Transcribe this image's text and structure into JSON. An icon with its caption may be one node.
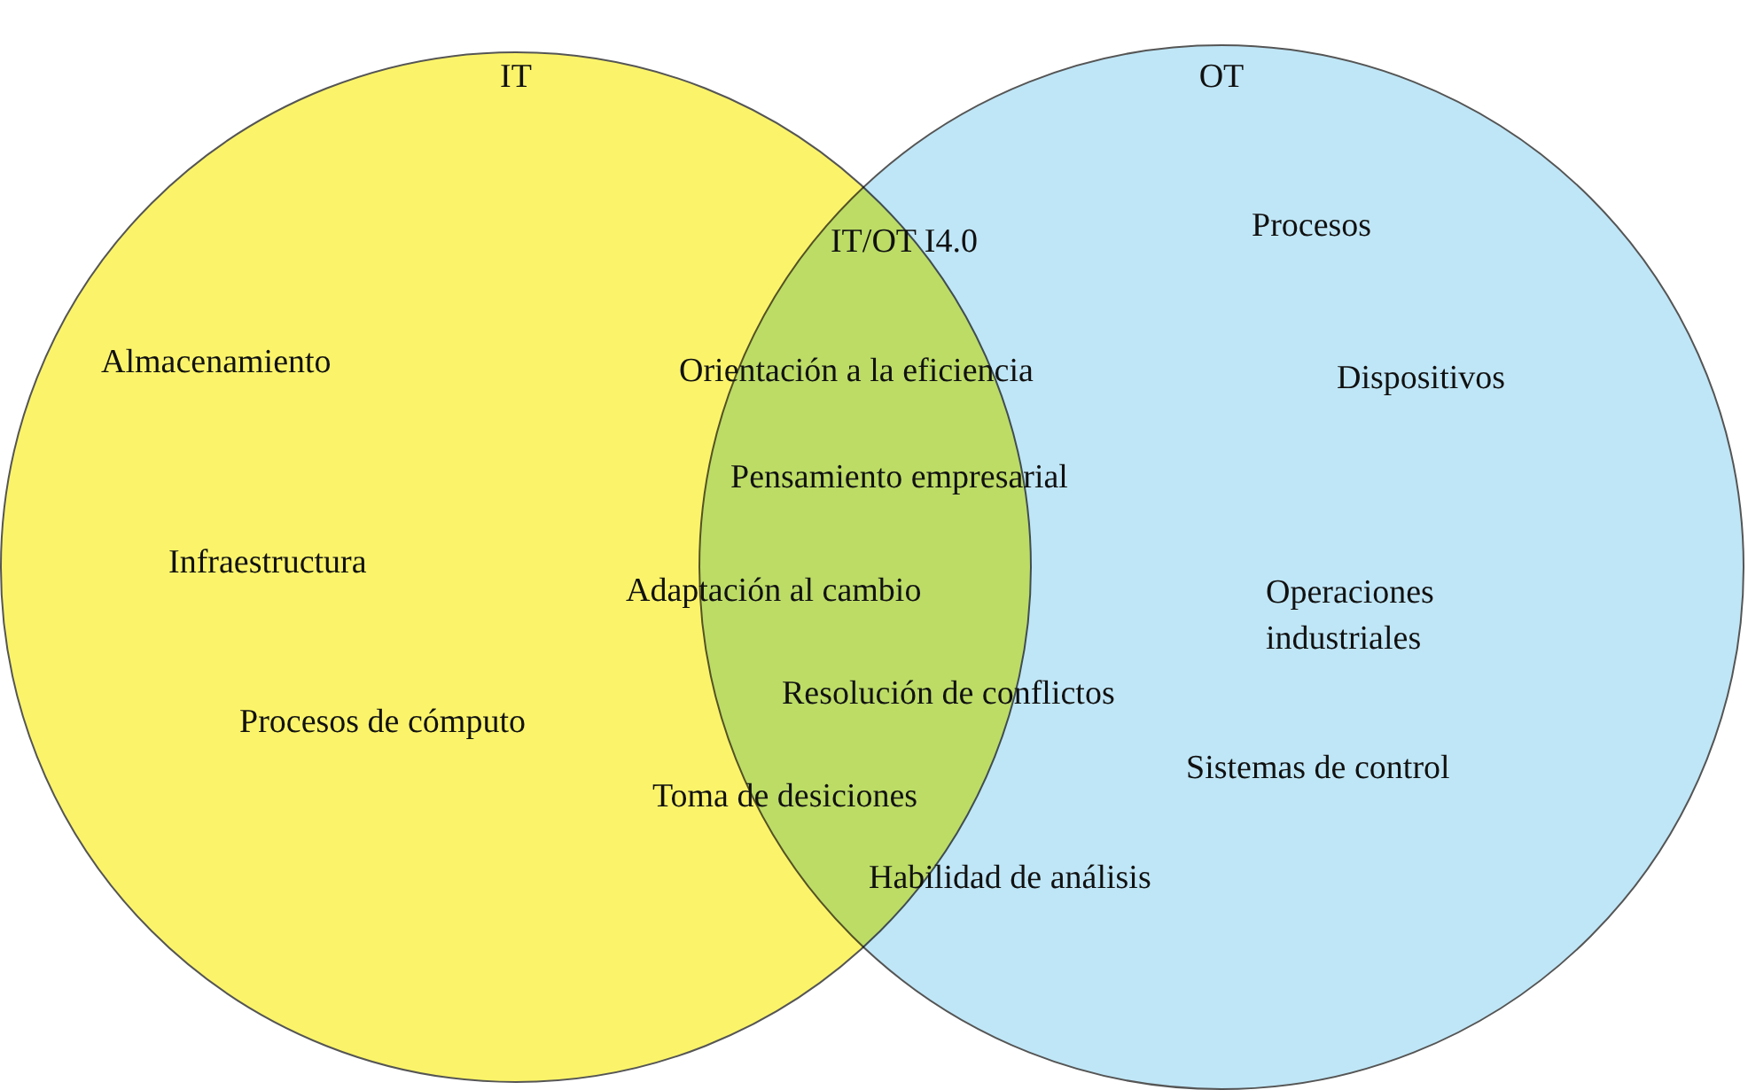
{
  "diagram": {
    "nodes": [
      {
        "text": [
          "IT"
        ]
      },
      {
        "text": [
          "OT"
        ]
      }
    ],
    "labels": [
      "IT/OT I4.0",
      "Almacenamiento",
      "Infraestructura",
      "Procesos de cómputo",
      "Orientación a la eficiencia",
      "Pensamiento empresarial",
      "Adaptación al cambio",
      "Resolución de conflictos",
      "Toma de desiciones",
      "Habilidad de análisis",
      "Procesos",
      "Dispositivos",
      "Operaciones industriales",
      "Sistemas de control"
    ]
  }
}
